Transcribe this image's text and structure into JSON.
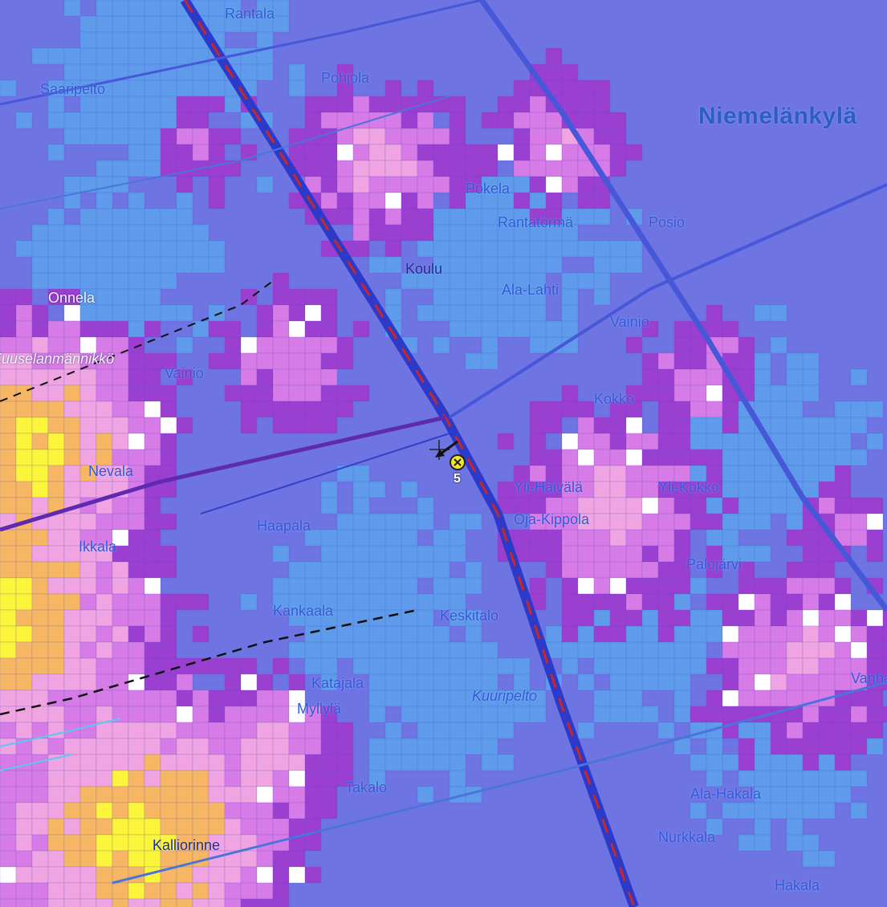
{
  "map": {
    "place_labels": [
      "Saaripelto",
      "Rantala",
      "Pohjola",
      "Niemelänkylä",
      "Pokela",
      "Rantatörmä",
      "Posio",
      "Koulu",
      "Ala-Lahti",
      "Vainio",
      "Onnela",
      "Kuuselanmännikkö",
      "Vainio",
      "Kokko",
      "Nevala",
      "Yli-Häivälä",
      "Yli-Kokko",
      "Oja-Kippola",
      "Haapala",
      "Ikkala",
      "Palojärvi",
      "Kankaala",
      "Keskitalo",
      "Katajala",
      "Myllylä",
      "Kuuripelto",
      "Vanha",
      "Takalo",
      "Ala-Hakala",
      "Kalliorinne",
      "Nurkkala",
      "Hakala"
    ],
    "marker": {
      "icon": "circle-x-icon",
      "number": "5",
      "arrow": "arrow-icon",
      "crosshair": "crosshair-icon"
    },
    "colors": {
      "base_field": "#6f74e3",
      "light_blue": "#5f9bea",
      "purple": "#9b3fd1",
      "magenta": "#d77be6",
      "pink": "#f0a5e2",
      "orange": "#f7b663",
      "yellow": "#fbf43a",
      "white": "#ffffff",
      "label_blue": "#2f5bd9"
    }
  }
}
